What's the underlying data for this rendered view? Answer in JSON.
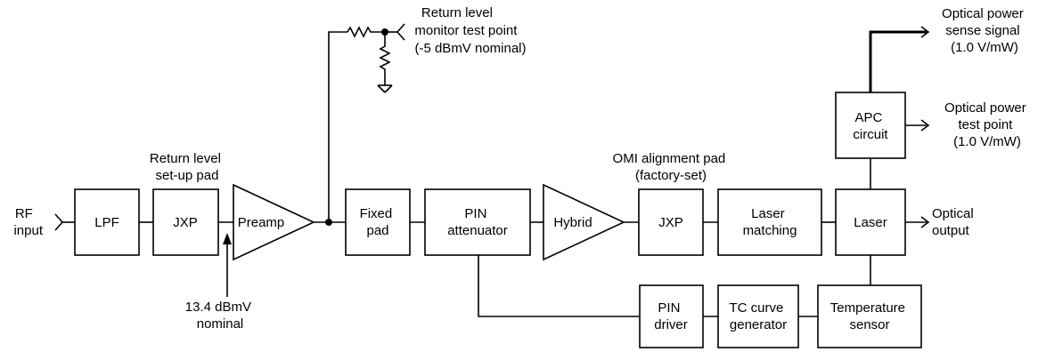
{
  "inputs": {
    "rf_input": [
      "RF",
      "input"
    ]
  },
  "blocks": {
    "lpf": [
      "LPF"
    ],
    "jxp_setup": [
      "JXP"
    ],
    "preamp": [
      "Preamp"
    ],
    "fixed_pad": [
      "Fixed",
      "pad"
    ],
    "pin_attenuator": [
      "PIN",
      "attenuator"
    ],
    "hybrid": [
      "Hybrid"
    ],
    "jxp_omi": [
      "JXP"
    ],
    "laser_matching": [
      "Laser",
      "matching"
    ],
    "laser": [
      "Laser"
    ],
    "apc_circuit": [
      "APC",
      "circuit"
    ],
    "pin_driver": [
      "PIN",
      "driver"
    ],
    "tc_curve_generator": [
      "TC curve",
      "generator"
    ],
    "temperature_sensor": [
      "Temperature",
      "sensor"
    ]
  },
  "annotations": {
    "return_level_setup_pad": [
      "Return level",
      "set-up pad"
    ],
    "omi_alignment_pad": [
      "OMI alignment pad",
      "(factory-set)"
    ],
    "preamp_input_level": [
      "13.4 dBmV",
      "nominal"
    ],
    "return_level_monitor": [
      "Return level",
      "monitor test point",
      "(-5 dBmV nominal)"
    ]
  },
  "outputs": {
    "optical_power_sense_signal": [
      "Optical power",
      "sense signal",
      "(1.0 V/mW)"
    ],
    "optical_power_test_point": [
      "Optical power",
      "test point",
      "(1.0 V/mW)"
    ],
    "optical_output": [
      "Optical",
      "output"
    ]
  }
}
